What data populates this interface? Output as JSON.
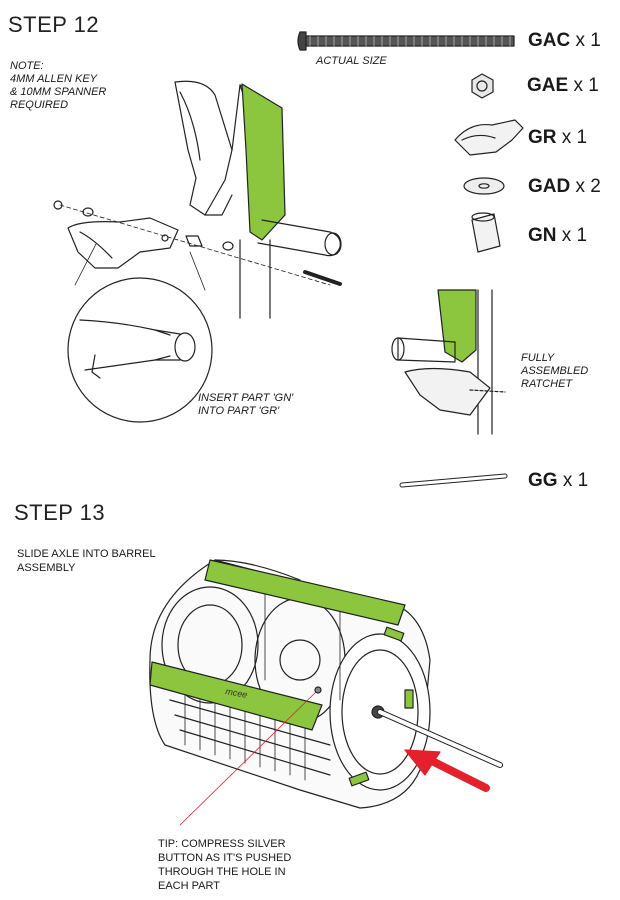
{
  "colors": {
    "accent_green": "#8cc63f",
    "arrow_red": "#e3202b",
    "line": "#222222"
  },
  "step12": {
    "title": "STEP 12",
    "note_lines": [
      "NOTE:",
      "4MM ALLEN KEY",
      "& 10MM SPANNER",
      "REQUIRED"
    ],
    "insert_lines": [
      "INSERT PART 'GN'",
      "INTO PART 'GR'"
    ],
    "actual_size": "ACTUAL SIZE",
    "ratchet_lines": [
      "FULLY",
      "ASSEMBLED",
      "RATCHET"
    ],
    "parts": [
      {
        "code": "GAC",
        "qty": "x 1",
        "icon": "bolt-icon"
      },
      {
        "code": "GAE",
        "qty": "x 1",
        "icon": "nut-icon"
      },
      {
        "code": "GR",
        "qty": "x 1",
        "icon": "ratchet-icon"
      },
      {
        "code": "GAD",
        "qty": "x 2",
        "icon": "washer-icon"
      },
      {
        "code": "GN",
        "qty": "x 1",
        "icon": "spacer-icon"
      },
      {
        "code": "GG",
        "qty": "x 1",
        "icon": "axle-rod-icon"
      }
    ]
  },
  "step13": {
    "title": "STEP 13",
    "instruction_lines": [
      "SLIDE AXLE INTO BARREL",
      "ASSEMBLY"
    ],
    "tip_lines": [
      "TIP: COMPRESS SILVER",
      "BUTTON AS IT'S PUSHED",
      "THROUGH THE HOLE IN",
      "EACH PART"
    ]
  }
}
